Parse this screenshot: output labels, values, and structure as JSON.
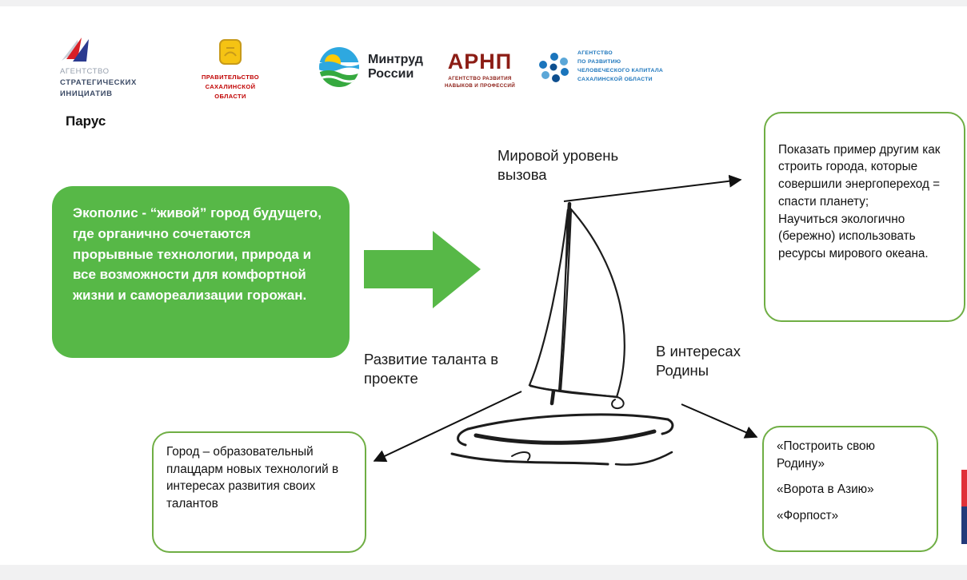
{
  "slide": {
    "title": "Парус"
  },
  "logos": {
    "asi": {
      "l1": "АГЕНТСТВО",
      "l2": "СТРАТЕГИЧЕСКИХ",
      "l3": "ИНИЦИАТИВ"
    },
    "gov": {
      "l1": "ПРАВИТЕЛЬСТВО",
      "l2": "САХАЛИНСКОЙ",
      "l3": "ОБЛАСТИ"
    },
    "mintrud": {
      "l1": "Минтруд",
      "l2": "России"
    },
    "arnp": {
      "abbr": "АРНП",
      "l1": "АГЕНТСТВО РАЗВИТИЯ",
      "l2": "НАВЫКОВ И ПРОФЕССИЙ"
    },
    "hcd": {
      "l1": "АГЕНТСТВО",
      "l2": "ПО РАЗВИТИЮ",
      "l3": "ЧЕЛОВЕЧЕСКОГО КАПИТАЛА",
      "l4": "САХАЛИНСКОЙ ОБЛАСТИ"
    }
  },
  "main_box": {
    "text": "Экополис - “живой” город будущего, где органично сочетаются прорывные технологии, природа и все возможности для комфортной жизни и самореализации горожан."
  },
  "labels": {
    "challenge": "Мировой уровень вызова",
    "talent": "Развитие таланта в проекте",
    "motherland": "В интересах Родины"
  },
  "callouts": {
    "top_right": "Показать пример другим как строить города, которые совершили энергопереход = спасти планету;\nНаучиться экологично (бережно) использовать ресурсы мирового океана.",
    "bottom_left": "Город – образовательный плацдарм новых технологий в интересах развития своих талантов",
    "bottom_right": [
      "«Построить свою Родину»",
      "«Ворота в Азию»",
      "«Форпост»"
    ]
  },
  "colors": {
    "green": "#57b847",
    "callout_border": "#6fae44",
    "arnp_red": "#8c1d15",
    "gov_red": "#c00000",
    "hcd_blue": "#1b75bc",
    "flag_red": "#e03038",
    "flag_blue": "#223a7a"
  }
}
